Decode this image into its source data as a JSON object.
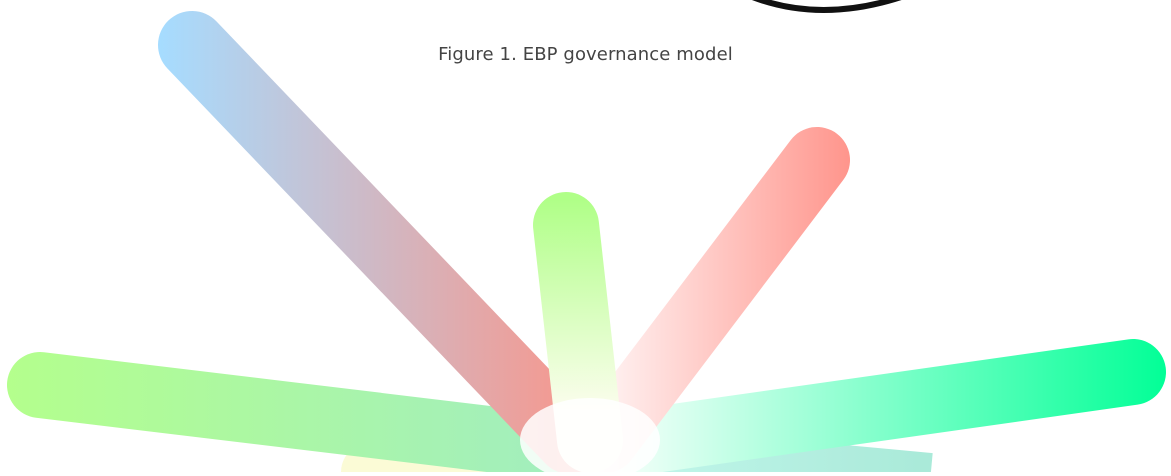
{
  "caption": "Figure 1. EBP governance model",
  "rays": [
    {
      "name": "ray-blue-upper-left",
      "from": "#a6dcff",
      "to": "#f39a92"
    },
    {
      "name": "ray-green-center",
      "from": "#b0ff88",
      "to": "#fffdf2"
    },
    {
      "name": "ray-red-upper-right",
      "from": "#ff958c",
      "to": "#fff4f4"
    },
    {
      "name": "ray-green-left",
      "from": "#b4ff8c",
      "to": "#a2eebe"
    },
    {
      "name": "ray-mint-right",
      "from": "#00ff96",
      "to": "#f4fffa"
    },
    {
      "name": "ray-teal-lower-right",
      "from": "#bff7ea",
      "to": "#a6e9d8"
    },
    {
      "name": "ray-yellow-lower-left",
      "from": "#fbfbd2",
      "to": "#fbfbd2"
    }
  ]
}
